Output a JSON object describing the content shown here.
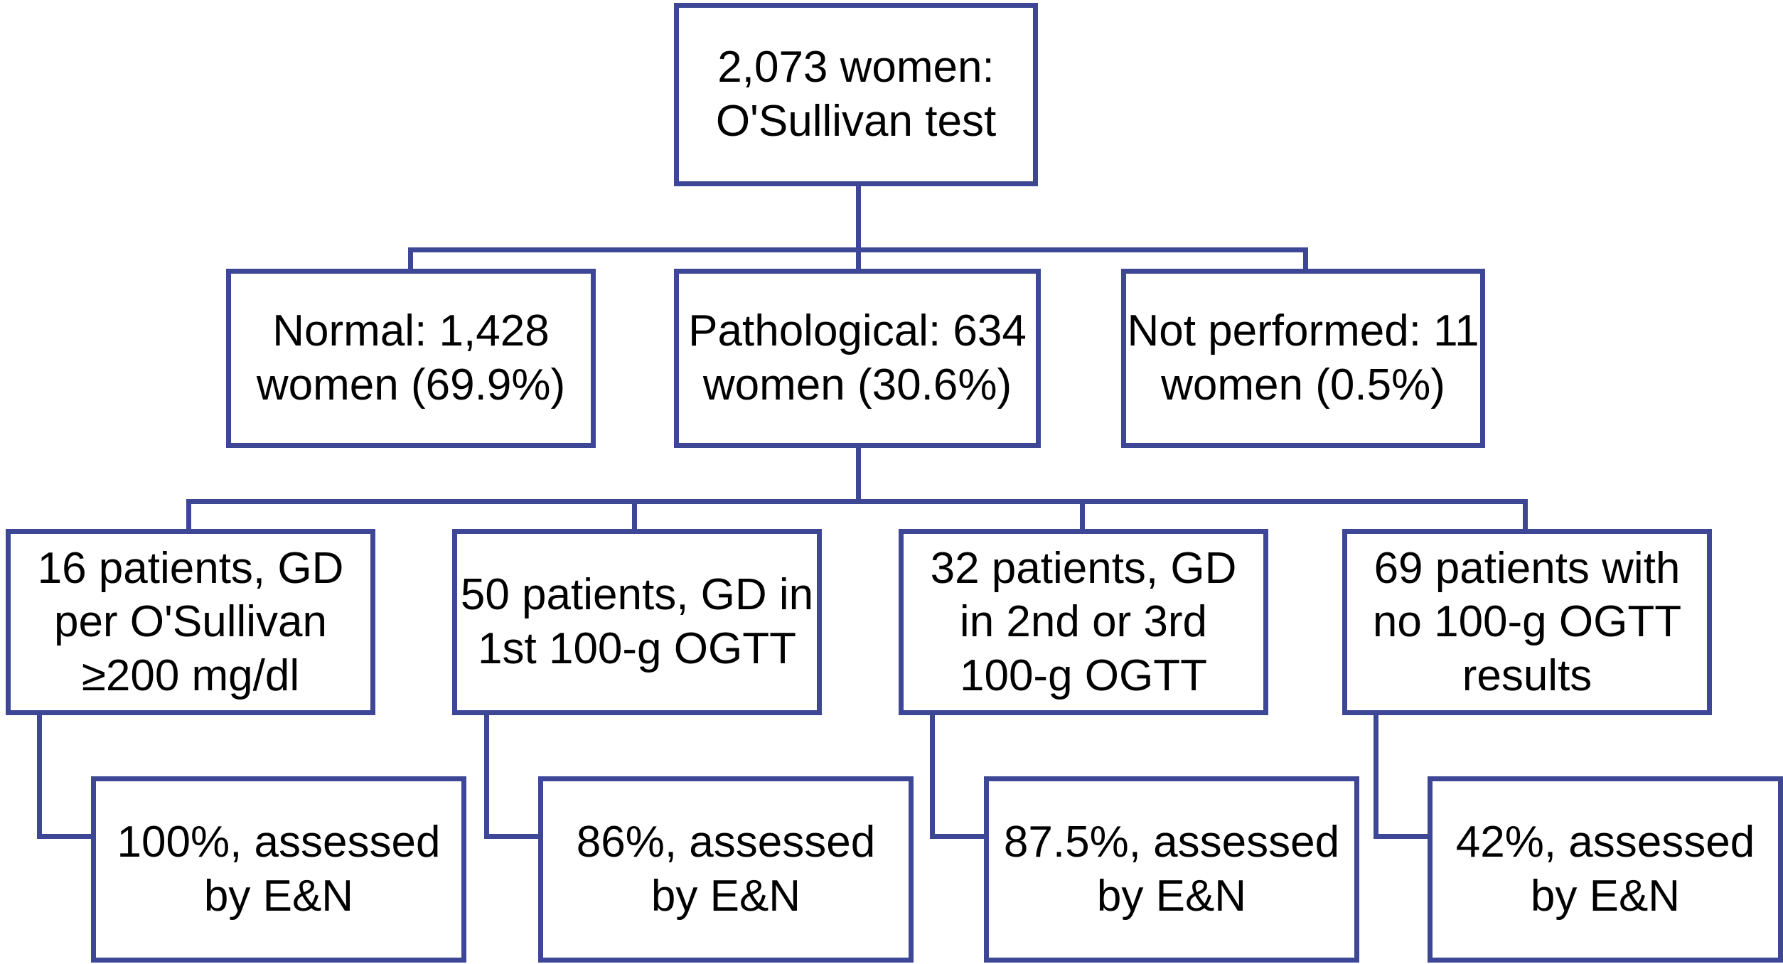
{
  "diagram": {
    "title": "GD screening flowchart",
    "accent_color": "#3d4795",
    "background_color": "#ffffff",
    "text_color": "#000000",
    "nodes": {
      "root": {
        "id": "root",
        "label": "2,073 women:\nO'Sullivan test",
        "row": 1
      },
      "normal": {
        "id": "normal",
        "label": "Normal: 1,428\nwomen (69.9%)",
        "row": 2
      },
      "pathological": {
        "id": "pathological",
        "label": "Pathological: 634\nwomen (30.6%)",
        "row": 2
      },
      "not_performed": {
        "id": "not-performed",
        "label": "Not performed: 11\nwomen (0.5%)",
        "row": 2
      },
      "gd_osullivan": {
        "id": "gd-osullivan",
        "label": "16 patients, GD\nper O'Sullivan\n≥200 mg/dl",
        "row": 3
      },
      "gd_first_ogtt": {
        "id": "gd-first-ogtt",
        "label": "50 patients, GD in\n1st 100-g OGTT",
        "row": 3
      },
      "gd_second_third_ogtt": {
        "id": "gd-second-third-ogtt",
        "label": "32 patients, GD\nin 2nd or 3rd\n100-g OGTT",
        "row": 3
      },
      "no_ogtt_results": {
        "id": "no-ogtt-results",
        "label": "69 patients with\nno 100-g OGTT\nresults",
        "row": 3
      },
      "assessed_100": {
        "id": "assessed-100",
        "label": "100%, assessed\nby E&N",
        "row": 4
      },
      "assessed_86": {
        "id": "assessed-86",
        "label": "86%, assessed\nby E&N",
        "row": 4
      },
      "assessed_875": {
        "id": "assessed-875",
        "label": "87.5%, assessed\nby E&N",
        "row": 4
      },
      "assessed_42": {
        "id": "assessed-42",
        "label": "42%, assessed\nby E&N",
        "row": 4
      }
    }
  },
  "chart_data": {
    "type": "diagram",
    "title": "O'Sullivan screening and 100-g OGTT patient flow",
    "root": {
      "label": "2,073 women: O'Sullivan test",
      "total_women": 2073,
      "children": [
        {
          "label": "Normal: 1,428 women (69.9%)",
          "count": 1428,
          "percent": 69.9,
          "children": []
        },
        {
          "label": "Pathological: 634 women (30.6%)",
          "count": 634,
          "percent": 30.6,
          "children": [
            {
              "label": "16 patients, GD per O'Sullivan ≥200 mg/dl",
              "count": 16,
              "children": [
                {
                  "label": "100%, assessed by E&N",
                  "percent": 100
                }
              ]
            },
            {
              "label": "50 patients, GD in 1st 100-g OGTT",
              "count": 50,
              "children": [
                {
                  "label": "86%, assessed by E&N",
                  "percent": 86
                }
              ]
            },
            {
              "label": "32 patients, GD in 2nd or 3rd 100-g OGTT",
              "count": 32,
              "children": [
                {
                  "label": "87.5%, assessed by E&N",
                  "percent": 87.5
                }
              ]
            },
            {
              "label": "69 patients with no 100-g OGTT results",
              "count": 69,
              "children": [
                {
                  "label": "42%, assessed by E&N",
                  "percent": 42
                }
              ]
            }
          ]
        },
        {
          "label": "Not performed: 11 women (0.5%)",
          "count": 11,
          "percent": 0.5,
          "children": []
        }
      ]
    }
  }
}
